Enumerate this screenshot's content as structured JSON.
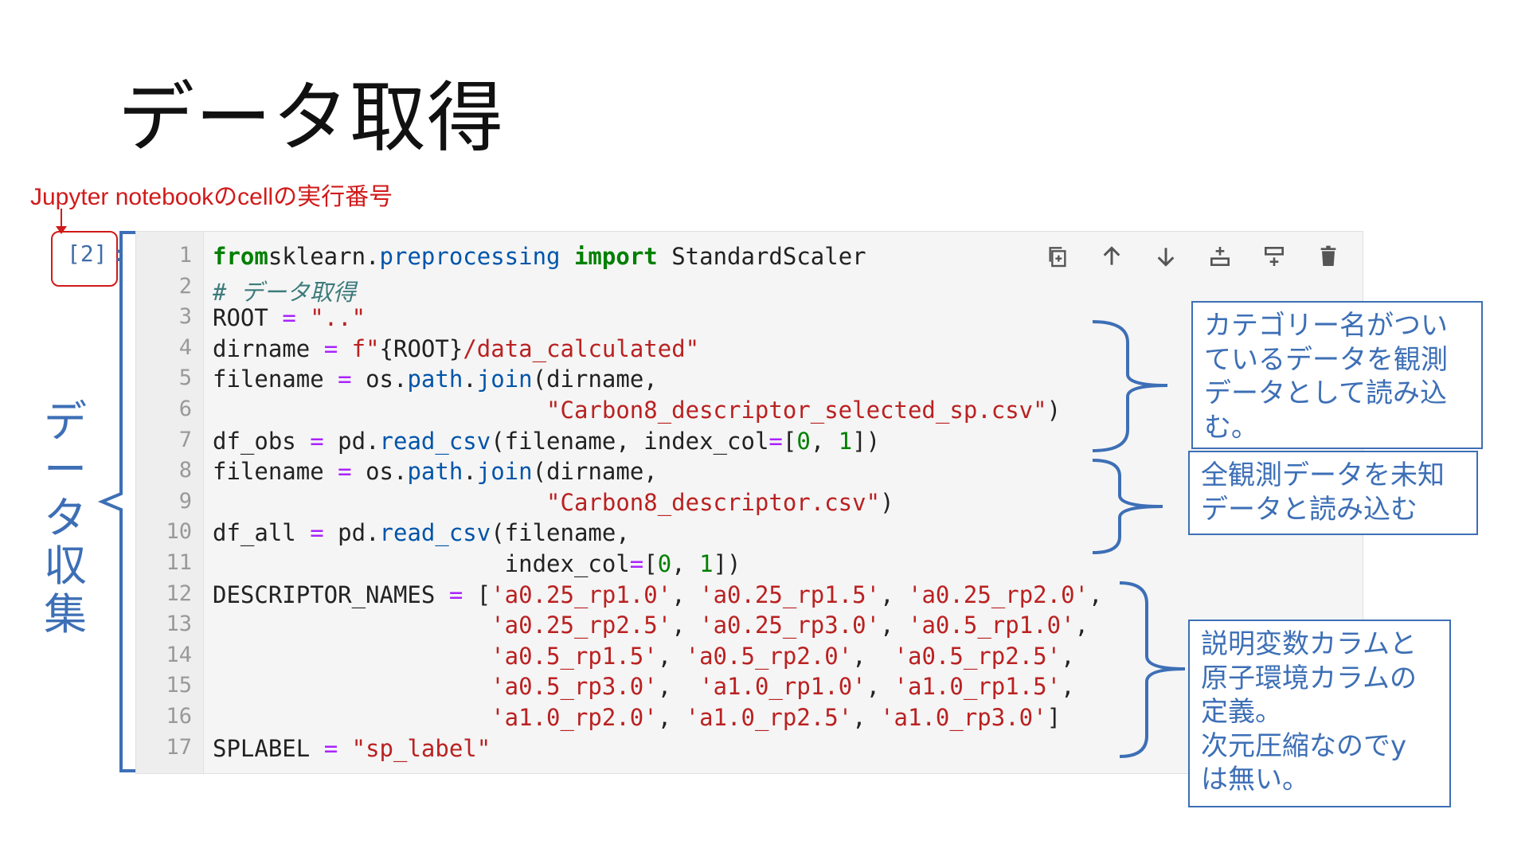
{
  "slide": {
    "title": "データ取得",
    "cell_note": "Jupyter notebookのcellの実行番号",
    "side_label_chars": [
      "デ",
      "ー",
      "タ",
      "収",
      "集"
    ]
  },
  "cell": {
    "execution_count": "[2]",
    "execution_suffix": ":",
    "line_numbers": [
      "1",
      "2",
      "3",
      "4",
      "5",
      "6",
      "7",
      "8",
      "9",
      "10",
      "11",
      "12",
      "13",
      "14",
      "15",
      "16",
      "17"
    ],
    "toolbar": [
      {
        "name": "duplicate-cell-icon",
        "label": "duplicate"
      },
      {
        "name": "move-up-icon",
        "label": "move up"
      },
      {
        "name": "move-down-icon",
        "label": "move down"
      },
      {
        "name": "insert-above-icon",
        "label": "insert above"
      },
      {
        "name": "insert-below-icon",
        "label": "insert below"
      },
      {
        "name": "delete-cell-icon",
        "label": "delete"
      }
    ],
    "lines": [
      [
        [
          "kw",
          "from"
        ],
        [
          "",
          "sklearn."
        ],
        [
          "attr",
          "preprocessing"
        ],
        [
          "",
          ""
        ],
        [
          "kw",
          " import"
        ],
        [
          "",
          " StandardScaler"
        ]
      ],
      [
        [
          "cm",
          "# データ取得"
        ]
      ],
      [
        [
          "",
          "ROOT "
        ],
        [
          "op",
          "="
        ],
        [
          "",
          " "
        ],
        [
          "str",
          "\"..\""
        ]
      ],
      [
        [
          "",
          "dirname "
        ],
        [
          "op",
          "="
        ],
        [
          "",
          " "
        ],
        [
          "str",
          "f\""
        ],
        [
          "",
          "{ROOT}"
        ],
        [
          "str",
          "/data_calculated\""
        ]
      ],
      [
        [
          "",
          "filename "
        ],
        [
          "op",
          "="
        ],
        [
          "",
          " os."
        ],
        [
          "attr",
          "path"
        ],
        [
          "",
          "."
        ],
        [
          "attr",
          "join"
        ],
        [
          "",
          "(dirname,"
        ]
      ],
      [
        [
          "",
          "                        "
        ],
        [
          "str",
          "\"Carbon8_descriptor_selected_sp.csv\""
        ],
        [
          "",
          ")"
        ]
      ],
      [
        [
          "",
          "df_obs "
        ],
        [
          "op",
          "="
        ],
        [
          "",
          " pd."
        ],
        [
          "attr",
          "read_csv"
        ],
        [
          "",
          "(filename, index_col"
        ],
        [
          "op",
          "="
        ],
        [
          "",
          "["
        ],
        [
          "num",
          "0"
        ],
        [
          "",
          ", "
        ],
        [
          "num",
          "1"
        ],
        [
          "",
          "])"
        ]
      ],
      [
        [
          "",
          "filename "
        ],
        [
          "op",
          "="
        ],
        [
          "",
          " os."
        ],
        [
          "attr",
          "path"
        ],
        [
          "",
          "."
        ],
        [
          "attr",
          "join"
        ],
        [
          "",
          "(dirname,"
        ]
      ],
      [
        [
          "",
          "                        "
        ],
        [
          "str",
          "\"Carbon8_descriptor.csv\""
        ],
        [
          "",
          ")"
        ]
      ],
      [
        [
          "",
          "df_all "
        ],
        [
          "op",
          "="
        ],
        [
          "",
          " pd."
        ],
        [
          "attr",
          "read_csv"
        ],
        [
          "",
          "(filename,"
        ]
      ],
      [
        [
          "",
          "                     index_col"
        ],
        [
          "op",
          "="
        ],
        [
          "",
          "["
        ],
        [
          "num",
          "0"
        ],
        [
          "",
          ", "
        ],
        [
          "num",
          "1"
        ],
        [
          "",
          "])"
        ]
      ],
      [
        [
          "",
          "DESCRIPTOR_NAMES "
        ],
        [
          "op",
          "="
        ],
        [
          "",
          " ["
        ],
        [
          "str",
          "'a0.25_rp1.0'"
        ],
        [
          "",
          ", "
        ],
        [
          "str",
          "'a0.25_rp1.5'"
        ],
        [
          "",
          ", "
        ],
        [
          "str",
          "'a0.25_rp2.0'"
        ],
        [
          "",
          ","
        ]
      ],
      [
        [
          "",
          "                    "
        ],
        [
          "str",
          "'a0.25_rp2.5'"
        ],
        [
          "",
          ", "
        ],
        [
          "str",
          "'a0.25_rp3.0'"
        ],
        [
          "",
          ", "
        ],
        [
          "str",
          "'a0.5_rp1.0'"
        ],
        [
          "",
          ","
        ]
      ],
      [
        [
          "",
          "                    "
        ],
        [
          "str",
          "'a0.5_rp1.5'"
        ],
        [
          "",
          ", "
        ],
        [
          "str",
          "'a0.5_rp2.0'"
        ],
        [
          "",
          ",  "
        ],
        [
          "str",
          "'a0.5_rp2.5'"
        ],
        [
          "",
          ","
        ]
      ],
      [
        [
          "",
          "                    "
        ],
        [
          "str",
          "'a0.5_rp3.0'"
        ],
        [
          "",
          ",  "
        ],
        [
          "str",
          "'a1.0_rp1.0'"
        ],
        [
          "",
          ", "
        ],
        [
          "str",
          "'a1.0_rp1.5'"
        ],
        [
          "",
          ","
        ]
      ],
      [
        [
          "",
          "                    "
        ],
        [
          "str",
          "'a1.0_rp2.0'"
        ],
        [
          "",
          ", "
        ],
        [
          "str",
          "'a1.0_rp2.5'"
        ],
        [
          "",
          ", "
        ],
        [
          "str",
          "'a1.0_rp3.0'"
        ],
        [
          "",
          "]"
        ]
      ],
      [
        [
          "",
          "SPLABEL "
        ],
        [
          "op",
          "="
        ],
        [
          "",
          " "
        ],
        [
          "str",
          "\"sp_label\""
        ]
      ]
    ]
  },
  "annotations": {
    "note1": "カテゴリー名がついているデータを観測データとして読み込む。",
    "note2": "全観測データを未知データと読み込む",
    "note3_lines": [
      "説明変数カラムと",
      "原子環境カラムの",
      "定義。",
      "次元圧縮なのでy",
      "は無い。"
    ]
  },
  "colors": {
    "annotation_blue": "#3d6fb6",
    "annotation_red": "#d11a1a",
    "keyword_green": "#008000",
    "string_red": "#ba2121",
    "operator_purple": "#aa22ff"
  }
}
